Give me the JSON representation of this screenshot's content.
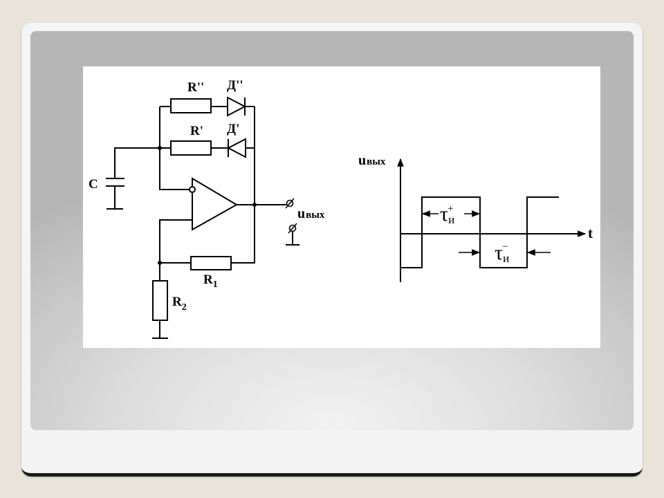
{
  "circuit": {
    "r_double_prime": "R''",
    "d_double_prime": "Д''",
    "r_prime": "R'",
    "d_prime": "Д'",
    "capacitor": "C",
    "output_main": "u",
    "output_sub": "вых",
    "r1_main": "R",
    "r1_sub": "1",
    "r2_main": "R",
    "r2_sub": "2"
  },
  "waveform": {
    "y_axis_main": "u",
    "y_axis_sub": "вых",
    "x_axis": "t",
    "tau_plus_main": "τ",
    "tau_plus_sub": "и",
    "tau_plus_sup": "+",
    "tau_minus_main": "τ",
    "tau_minus_sub": "и",
    "tau_minus_sup": "−"
  }
}
